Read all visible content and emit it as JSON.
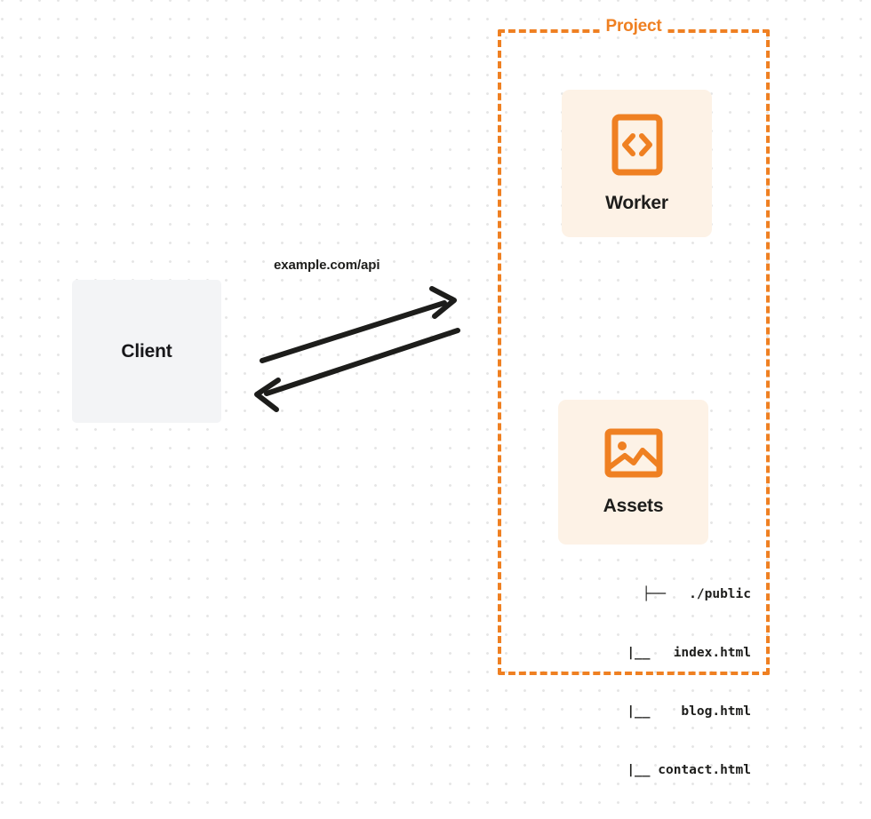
{
  "diagram": {
    "title_visible": false,
    "background": {
      "style": "dot-grid",
      "dot_color": "#e6e6e6",
      "page_color": "#ffffff"
    },
    "colors": {
      "accent_orange": "#ef8022",
      "card_background": "#fdf2e6",
      "client_background": "#f3f4f6",
      "text_dark": "#1d1d1b"
    },
    "client": {
      "label": "Client"
    },
    "connection": {
      "label": "example.com/api",
      "request_direction": "client-to-project",
      "response_direction": "project-to-client",
      "arrow_color": "#1d1d1b"
    },
    "project": {
      "label": "Project",
      "border_style": "dashed",
      "nodes": [
        {
          "label": "Worker",
          "icon": "code-brackets-icon"
        },
        {
          "label": "Assets",
          "icon": "image-icon"
        }
      ]
    },
    "file_tree": {
      "rows": [
        {
          "connector": "├──",
          "name": "./public"
        },
        {
          "connector": "|__",
          "name": "index.html"
        },
        {
          "connector": "|__",
          "name": "blog.html"
        },
        {
          "connector": "|__",
          "name": "contact.html"
        }
      ],
      "lines": [
        "├──   ./public",
        "   |__   index.html",
        "   |__    blog.html",
        "   |__ contact.html"
      ]
    }
  }
}
